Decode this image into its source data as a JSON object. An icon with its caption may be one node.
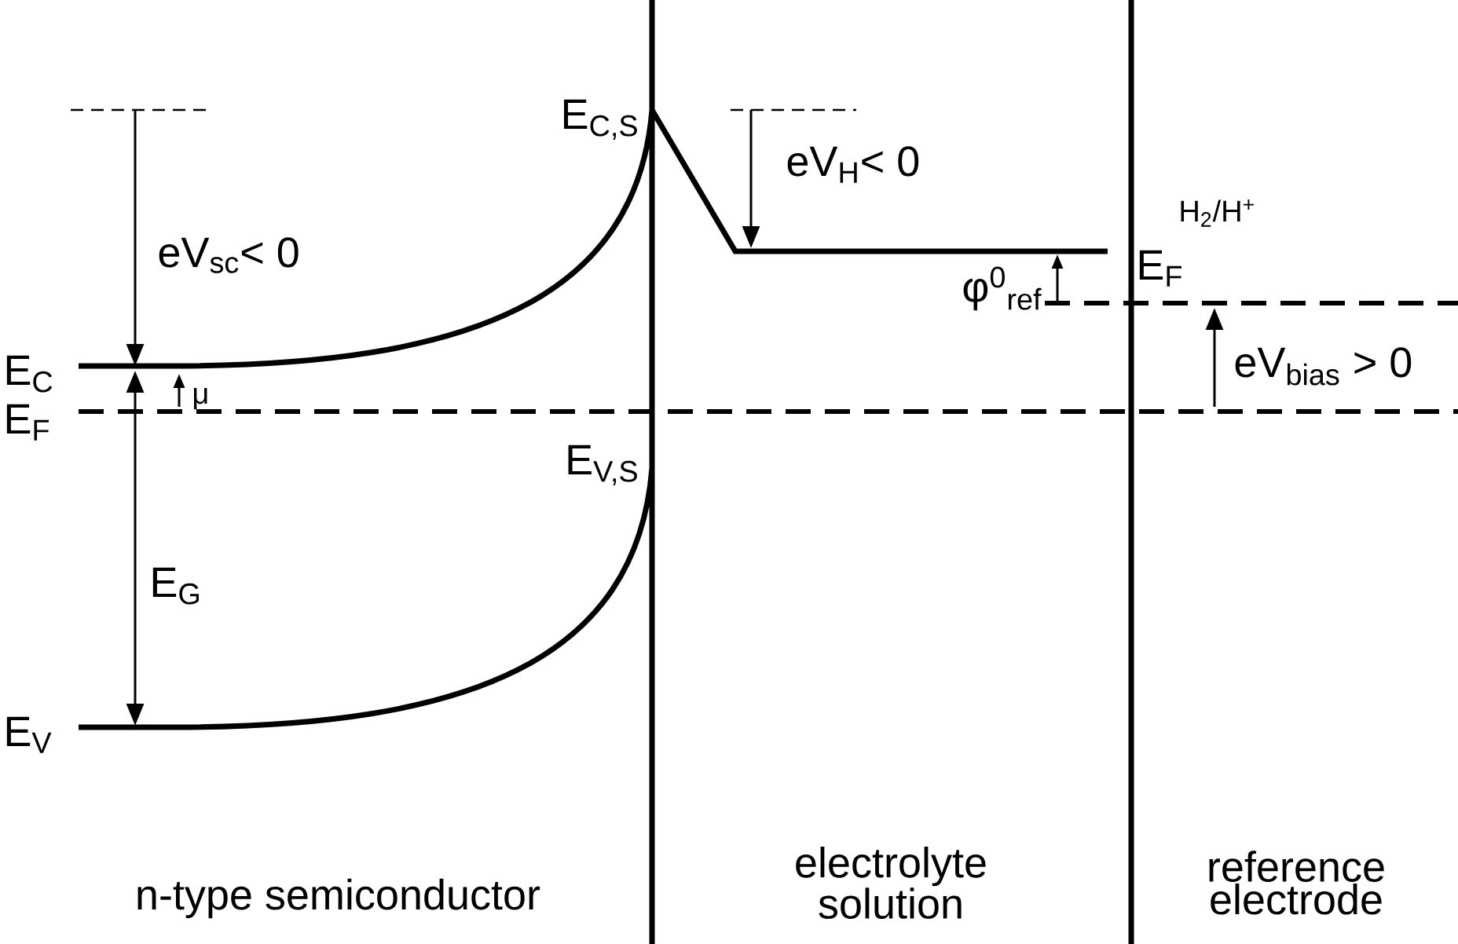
{
  "diagram": {
    "labels": [
      "E$_{C,S}$",
      "eV$_{H}$< 0",
      "H$_{2}$/H$^{+}$",
      "eV$_{sc}$< 0",
      "E$_{F}$",
      "φ$^{0}$$_{ref}$",
      "eV$_{bias}$ > 0",
      "E$_{C}$",
      "μ",
      "E$_{F}$",
      "E$_{V,S}$",
      "E$_{G}$",
      "E$_{V}$",
      "n-type semiconductor",
      "electrolyte solution",
      "reference electrode"
    ]
  }
}
